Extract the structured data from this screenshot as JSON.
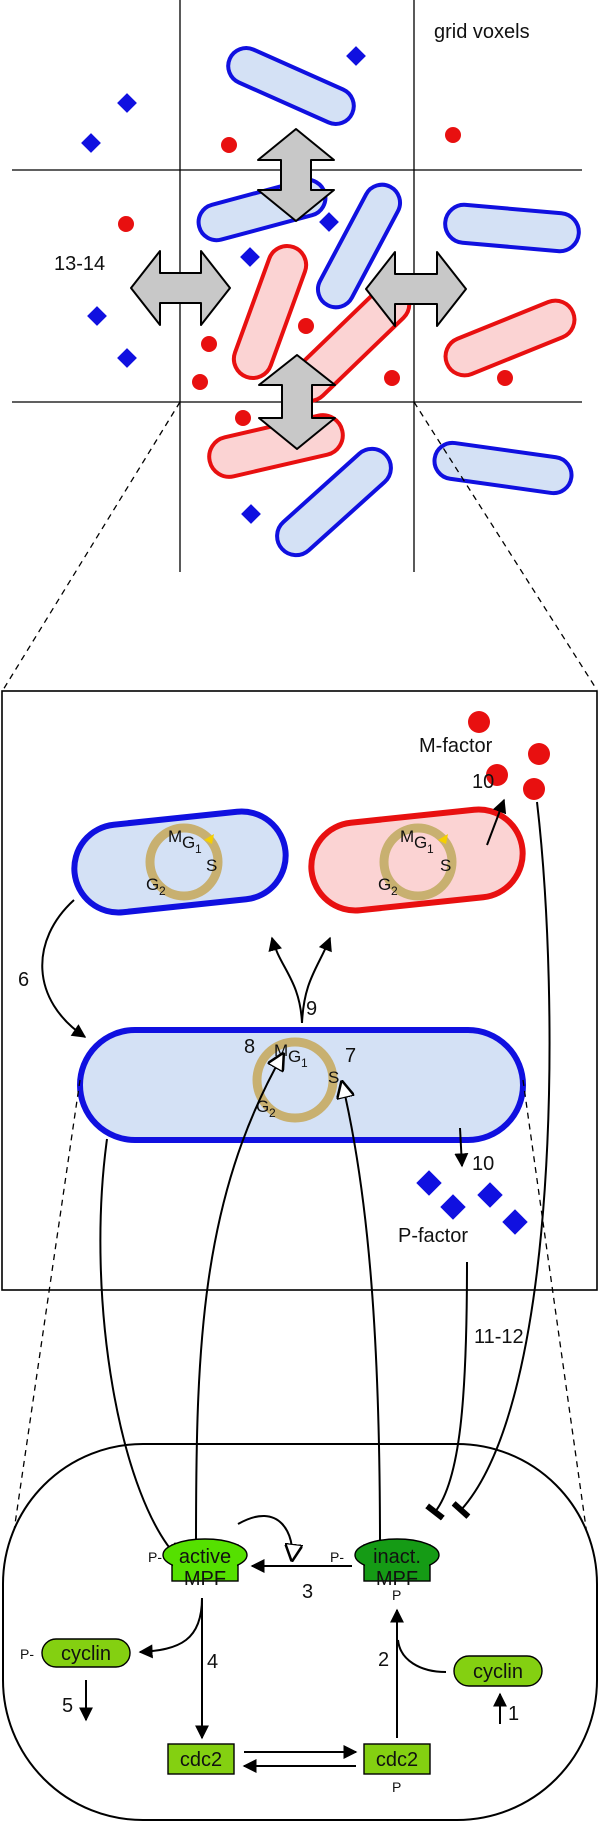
{
  "top": {
    "grid_label": "grid voxels",
    "exchange_label": "13-14"
  },
  "middle": {
    "m_factor_label": "M-factor",
    "p_factor_label": "P-factor",
    "secretion_m_label": "10",
    "secretion_p_label": "10",
    "switch_label": "6",
    "division_label": "9",
    "activation_label": "8",
    "inhibition_label": "7",
    "cycle_phases": {
      "m": "M",
      "g1": "G",
      "g1_sub": "1",
      "s": "S",
      "g2": "G",
      "g2_sub": "2"
    }
  },
  "bottom": {
    "pheromone_label": "11-12",
    "active_mpf": [
      "active",
      "MPF"
    ],
    "inactive_mpf": [
      "inact.",
      "MPF"
    ],
    "cyclin_p": "cyclin",
    "cyclin": "cyclin",
    "cdc2_left": "cdc2",
    "cdc2_right": "cdc2",
    "phospho": "P",
    "phospho_prefix": "P-",
    "step_1": "1",
    "step_2": "2",
    "step_3": "3",
    "step_4": "4",
    "step_5": "5"
  },
  "colors": {
    "blue_stroke": "#1010e0",
    "blue_fill": "#d4e1f5",
    "red_stroke": "#e81010",
    "red_fill": "#fbd3d3",
    "cycle_gold": "#c8b070",
    "active_green": "#55e000",
    "inactive_green": "#159b15",
    "light_green": "#84d011"
  }
}
